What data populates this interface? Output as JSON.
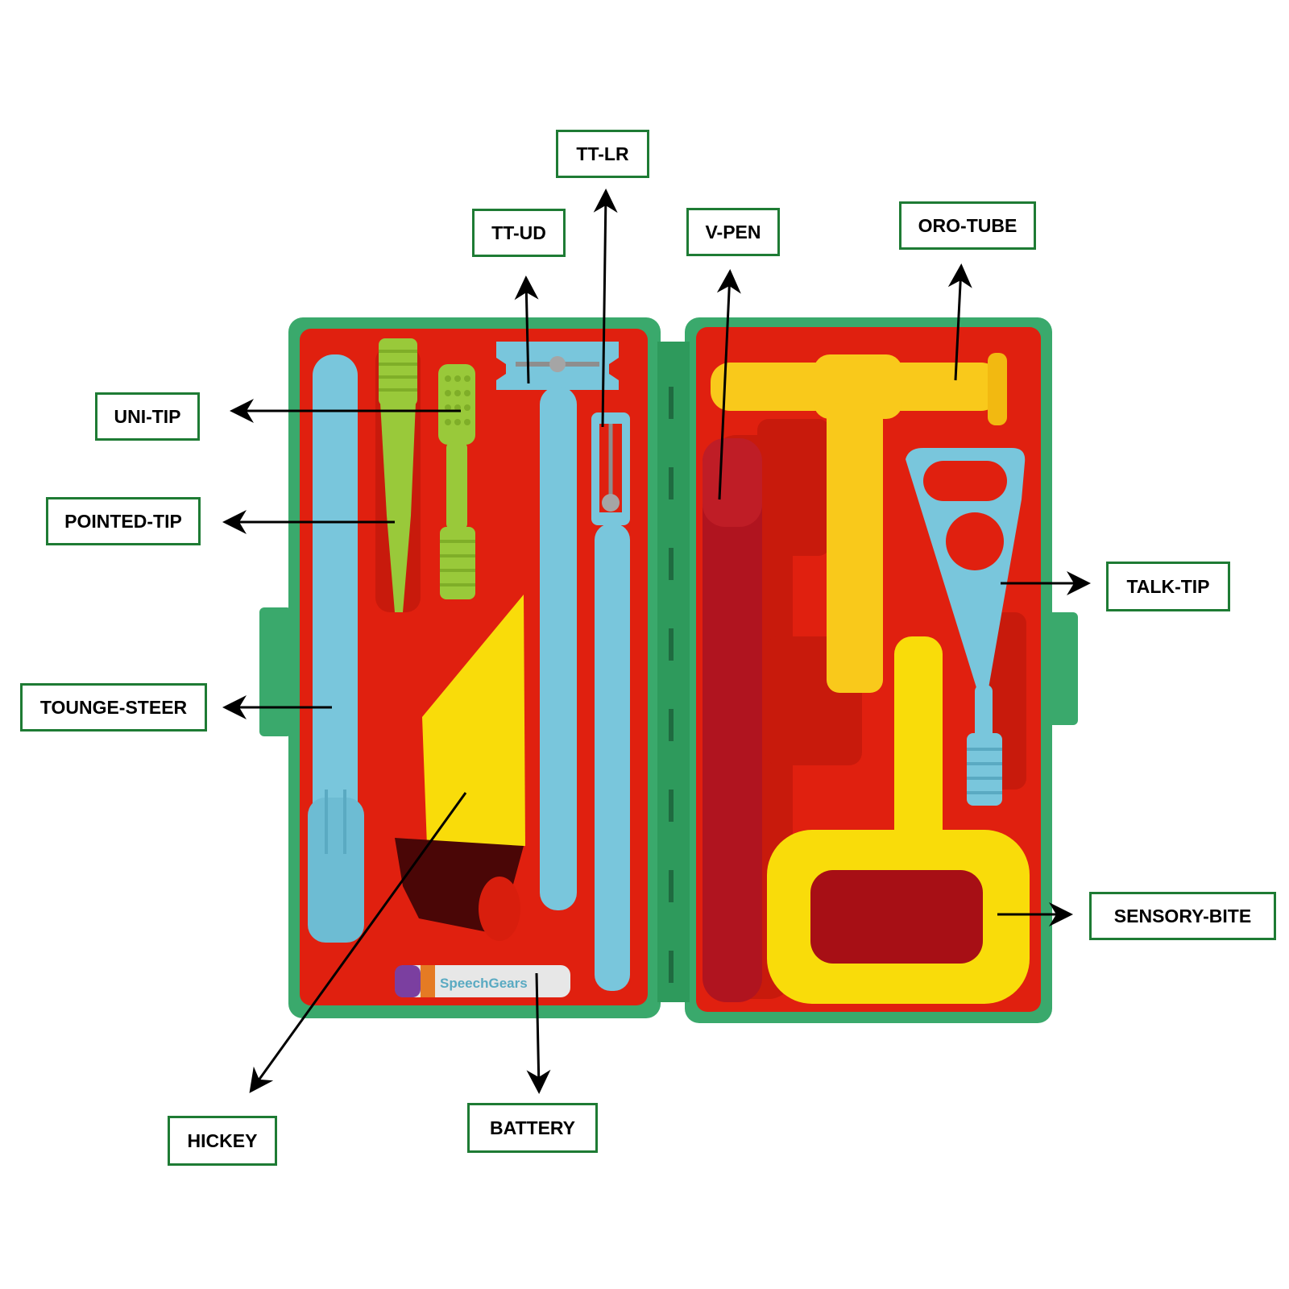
{
  "colors": {
    "case_green": "#3aa96c",
    "case_red": "#e0200f",
    "tool_blue": "#79c6dc",
    "tool_lime": "#99c93a",
    "tool_yellow": "#f9c91b",
    "tool_dark_red": "#b0141f",
    "label_border": "#1e7b34",
    "arrow": "#000000"
  },
  "labels": {
    "tt_lr": "TT-LR",
    "tt_ud": "TT-UD",
    "v_pen": "V-PEN",
    "oro_tube": "ORO-TUBE",
    "uni_tip": "UNI-TIP",
    "pointed_tip": "POINTED-TIP",
    "talk_tip": "TALK-TIP",
    "tounge_steer": "TOUNGE-STEER",
    "sensory_bite": "SENSORY-BITE",
    "hickey": "HICKEY",
    "battery": "BATTERY"
  },
  "product": {
    "brand_print": "SpeechGears"
  },
  "icons": [
    "arrow-icon"
  ]
}
